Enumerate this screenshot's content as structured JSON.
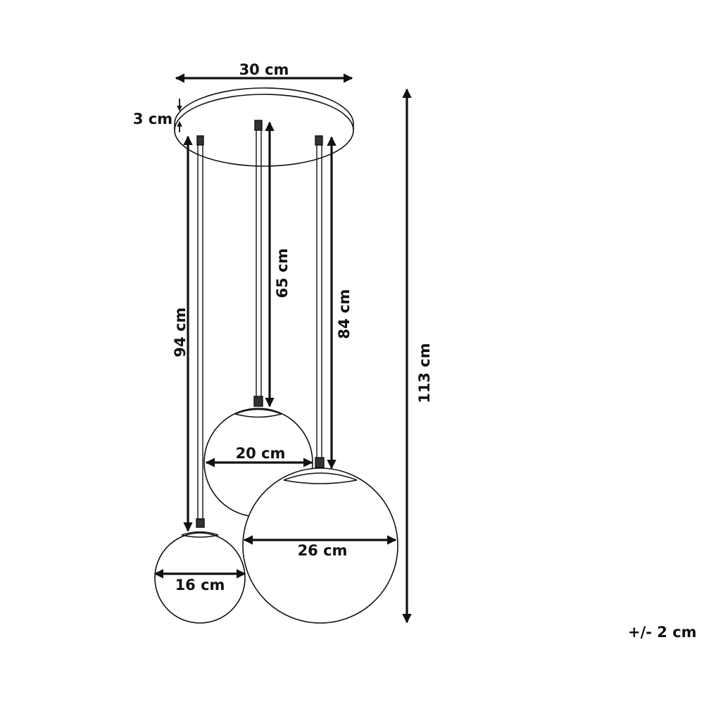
{
  "labels": {
    "canopy_width": "30 cm",
    "canopy_height": "3 cm",
    "cord_left": "94 cm",
    "cord_middle": "65 cm",
    "cord_right": "84 cm",
    "total_height": "113 cm",
    "globe_middle": "20 cm",
    "globe_large": "26 cm",
    "globe_small": "16 cm",
    "tolerance": "+/- 2 cm"
  },
  "colors": {
    "line": "#111111",
    "background": "#ffffff"
  }
}
